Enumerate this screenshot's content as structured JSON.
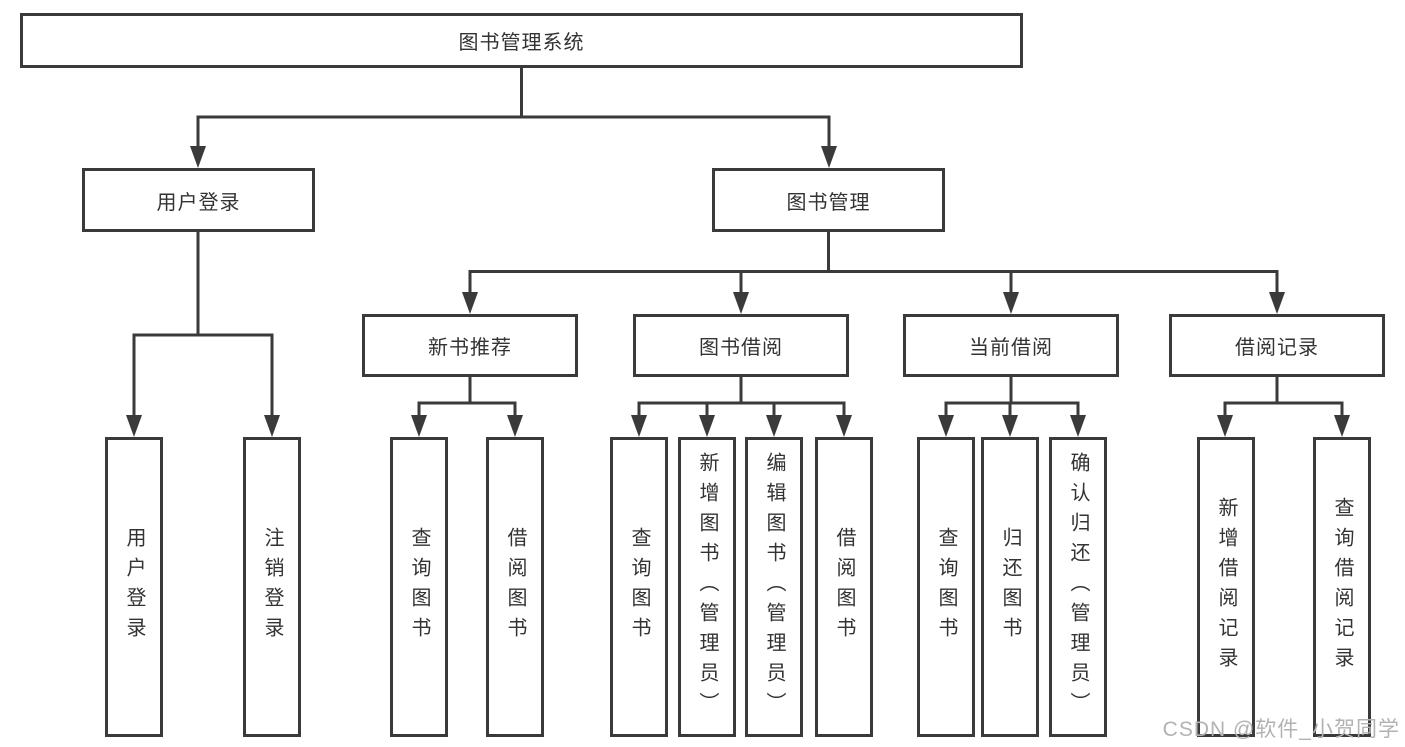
{
  "diagram": {
    "root": "图书管理系统",
    "level2": [
      "用户登录",
      "图书管理"
    ],
    "level3": [
      "新书推荐",
      "图书借阅",
      "当前借阅",
      "借阅记录"
    ],
    "leaves_user_login": [
      "用户登录",
      "注销登录"
    ],
    "leaves_new_book": [
      "查询图书",
      "借阅图书"
    ],
    "leaves_book_borrow": [
      "查询图书",
      "新增图书（管理员）",
      "编辑图书（管理员）",
      "借阅图书"
    ],
    "leaves_current_borrow": [
      "查询图书",
      "归还图书",
      "确认归还（管理员）"
    ],
    "leaves_borrow_records": [
      "新增借阅记录",
      "查询借阅记录"
    ],
    "watermark": "CSDN @软件_小贺同学",
    "colors": {
      "line": "#3a3a3a",
      "box_border": "#3a3a3a",
      "text": "#333333",
      "watermark": "#b2b2b2",
      "background": "#ffffff"
    }
  }
}
